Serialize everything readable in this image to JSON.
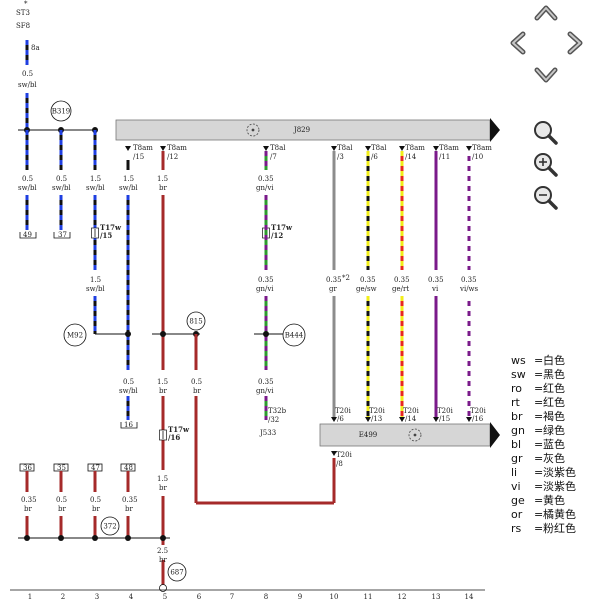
{
  "top_labels": {
    "star": "*",
    "st": "ST3",
    "sf": "SF8",
    "pin": "8a"
  },
  "components": {
    "j829": {
      "label": "J829",
      "icon": "diagnostic-icon"
    },
    "e499": {
      "label": "E499",
      "icon": "diagnostic-icon"
    },
    "j533": {
      "label": "J533"
    }
  },
  "nodes": {
    "b319": "B319",
    "m92": "M92",
    "n815": "815",
    "b444": "B444",
    "n372": "372",
    "n687": "687"
  },
  "wires": [
    {
      "id": "w1",
      "size": "0.5",
      "color": "sw/bl"
    },
    {
      "id": "w2",
      "size": "0.5",
      "color": "sw/bl"
    },
    {
      "id": "w3",
      "size": "0.5",
      "color": "sw/bl"
    },
    {
      "id": "w4",
      "size": "1.5",
      "color": "sw/bl"
    },
    {
      "id": "w5",
      "size": "1.5",
      "color": "sw/bl"
    },
    {
      "id": "w6",
      "size": "1.5",
      "color": "sw/bl"
    },
    {
      "id": "w7",
      "size": "0.5",
      "color": "sw/bl"
    },
    {
      "id": "w8",
      "size": "1.5",
      "color": "br"
    },
    {
      "id": "w9",
      "size": "1.5",
      "color": "br"
    },
    {
      "id": "w10",
      "size": "0.5",
      "color": "br"
    },
    {
      "id": "w11",
      "size": "1.5",
      "color": "br"
    },
    {
      "id": "w12",
      "size": "0.35",
      "color": "gn/vi"
    },
    {
      "id": "w13",
      "size": "0.35",
      "color": "gn/vi"
    },
    {
      "id": "w14",
      "size": "0.35",
      "color": "gn/vi"
    },
    {
      "id": "w15",
      "size": "0.35",
      "color": "gr"
    },
    {
      "id": "w16",
      "size": "0.35",
      "color": "ge/sw"
    },
    {
      "id": "w17",
      "size": "0.35",
      "color": "ge/rt"
    },
    {
      "id": "w18",
      "size": "0.35",
      "color": "vi"
    },
    {
      "id": "w19",
      "size": "0.35",
      "color": "vi/ws"
    },
    {
      "id": "w20",
      "size": "0.35",
      "color": "br"
    },
    {
      "id": "w21",
      "size": "0.5",
      "color": "br"
    },
    {
      "id": "w22",
      "size": "0.5",
      "color": "br"
    },
    {
      "id": "w23",
      "size": "0.35",
      "color": "br"
    },
    {
      "id": "w24",
      "size": "2.5",
      "color": "br"
    }
  ],
  "pins": {
    "p1": {
      "a": "T8am",
      "b": "/15"
    },
    "p2": {
      "a": "T8am",
      "b": "/12"
    },
    "p3": {
      "a": "T8al",
      "b": "/7"
    },
    "p4": {
      "a": "T8al",
      "b": "/3"
    },
    "p5": {
      "a": "T8al",
      "b": "/6"
    },
    "p6": {
      "a": "T8am",
      "b": "/14"
    },
    "p7": {
      "a": "T8am",
      "b": "/11"
    },
    "p8": {
      "a": "T8am",
      "b": "/10"
    },
    "e1": {
      "a": "T20i",
      "b": "/6"
    },
    "e2": {
      "a": "T20i",
      "b": "/13"
    },
    "e3": {
      "a": "T20i",
      "b": "/14"
    },
    "e4": {
      "a": "T20i",
      "b": "/15"
    },
    "e5": {
      "a": "T20i",
      "b": "/16"
    },
    "e6": {
      "a": "T20i",
      "b": "/8"
    },
    "t32": {
      "a": "T32b",
      "b": "/32"
    }
  },
  "connectors": {
    "c1": {
      "a": "T17w",
      "b": "/15"
    },
    "c2": {
      "a": "T17w",
      "b": "/12"
    },
    "c3": {
      "a": "T17w",
      "b": "/16"
    }
  },
  "stubs": {
    "s1": "49",
    "s2": "37",
    "s3": "16"
  },
  "grounds": {
    "g1": "36",
    "g2": "35",
    "g3": "47",
    "g4": "48"
  },
  "note": "*2",
  "columns": [
    "1",
    "2",
    "3",
    "4",
    "5",
    "6",
    "7",
    "8",
    "9",
    "10",
    "11",
    "12",
    "13",
    "14"
  ],
  "legend": [
    {
      "code": "ws",
      "eq": "=",
      "name": "白色"
    },
    {
      "code": "sw",
      "eq": "=",
      "name": "黑色"
    },
    {
      "code": "ro",
      "eq": "=",
      "name": "红色"
    },
    {
      "code": "rt",
      "eq": "=",
      "name": "红色"
    },
    {
      "code": "br",
      "eq": "=",
      "name": "褐色"
    },
    {
      "code": "gn",
      "eq": "=",
      "name": "绿色"
    },
    {
      "code": "bl",
      "eq": "=",
      "name": "蓝色"
    },
    {
      "code": "gr",
      "eq": "=",
      "name": "灰色"
    },
    {
      "code": "li",
      "eq": "=",
      "name": "淡紫色"
    },
    {
      "code": "vi",
      "eq": "=",
      "name": "淡紫色"
    },
    {
      "code": "ge",
      "eq": "=",
      "name": "黄色"
    },
    {
      "code": "or",
      "eq": "=",
      "name": "橘黄色"
    },
    {
      "code": "rs",
      "eq": "=",
      "name": "粉红色"
    }
  ],
  "colors": {
    "black": "#111111",
    "blue": "#1f3fe0",
    "brown": "#a52a2a",
    "green": "#2e9a2e",
    "violet": "#7a1a8a",
    "gray": "#8c8c8c",
    "yellow": "#f2ee1a",
    "red": "#e8281e",
    "white": "#ffffff",
    "box": "#d6d6d6"
  }
}
